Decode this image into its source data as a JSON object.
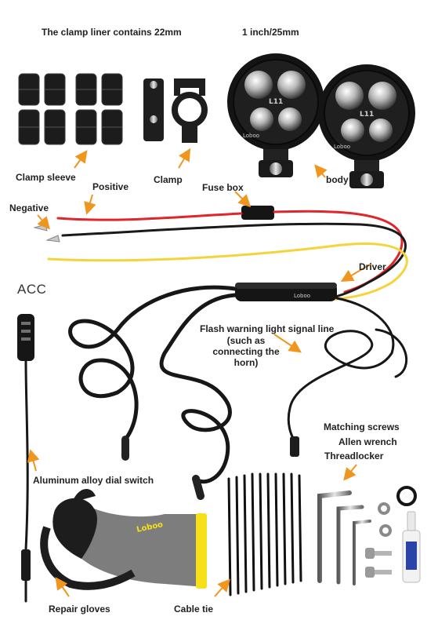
{
  "labels": {
    "clamp_liner": "The clamp liner contains 22mm",
    "size": "1 inch/25mm",
    "clamp_sleeve": "Clamp sleeve",
    "clamp": "Clamp",
    "body": "body",
    "positive": "Positive",
    "fuse_box": "Fuse box",
    "negative": "Negative",
    "driver": "Driver",
    "acc": "ACC",
    "flash_warning": "Flash warning light signal line",
    "flash_note": "(such as connecting the horn)",
    "matching_screws": "Matching screws",
    "allen_wrench": "Allen wrench",
    "threadlocker": "Threadlocker",
    "dial_switch": "Aluminum alloy dial switch",
    "repair_gloves": "Repair gloves",
    "cable_tie": "Cable tie"
  },
  "product": {
    "model": "L11",
    "brand": "Loboo"
  },
  "colors": {
    "arrow": "#f0951e",
    "positive_wire": "#e0262a",
    "negative_wire": "#1a1a1a",
    "acc_wire": "#f5d33a",
    "glove_cuff": "#f5e01a",
    "glove_knit": "#7d7d7d"
  }
}
